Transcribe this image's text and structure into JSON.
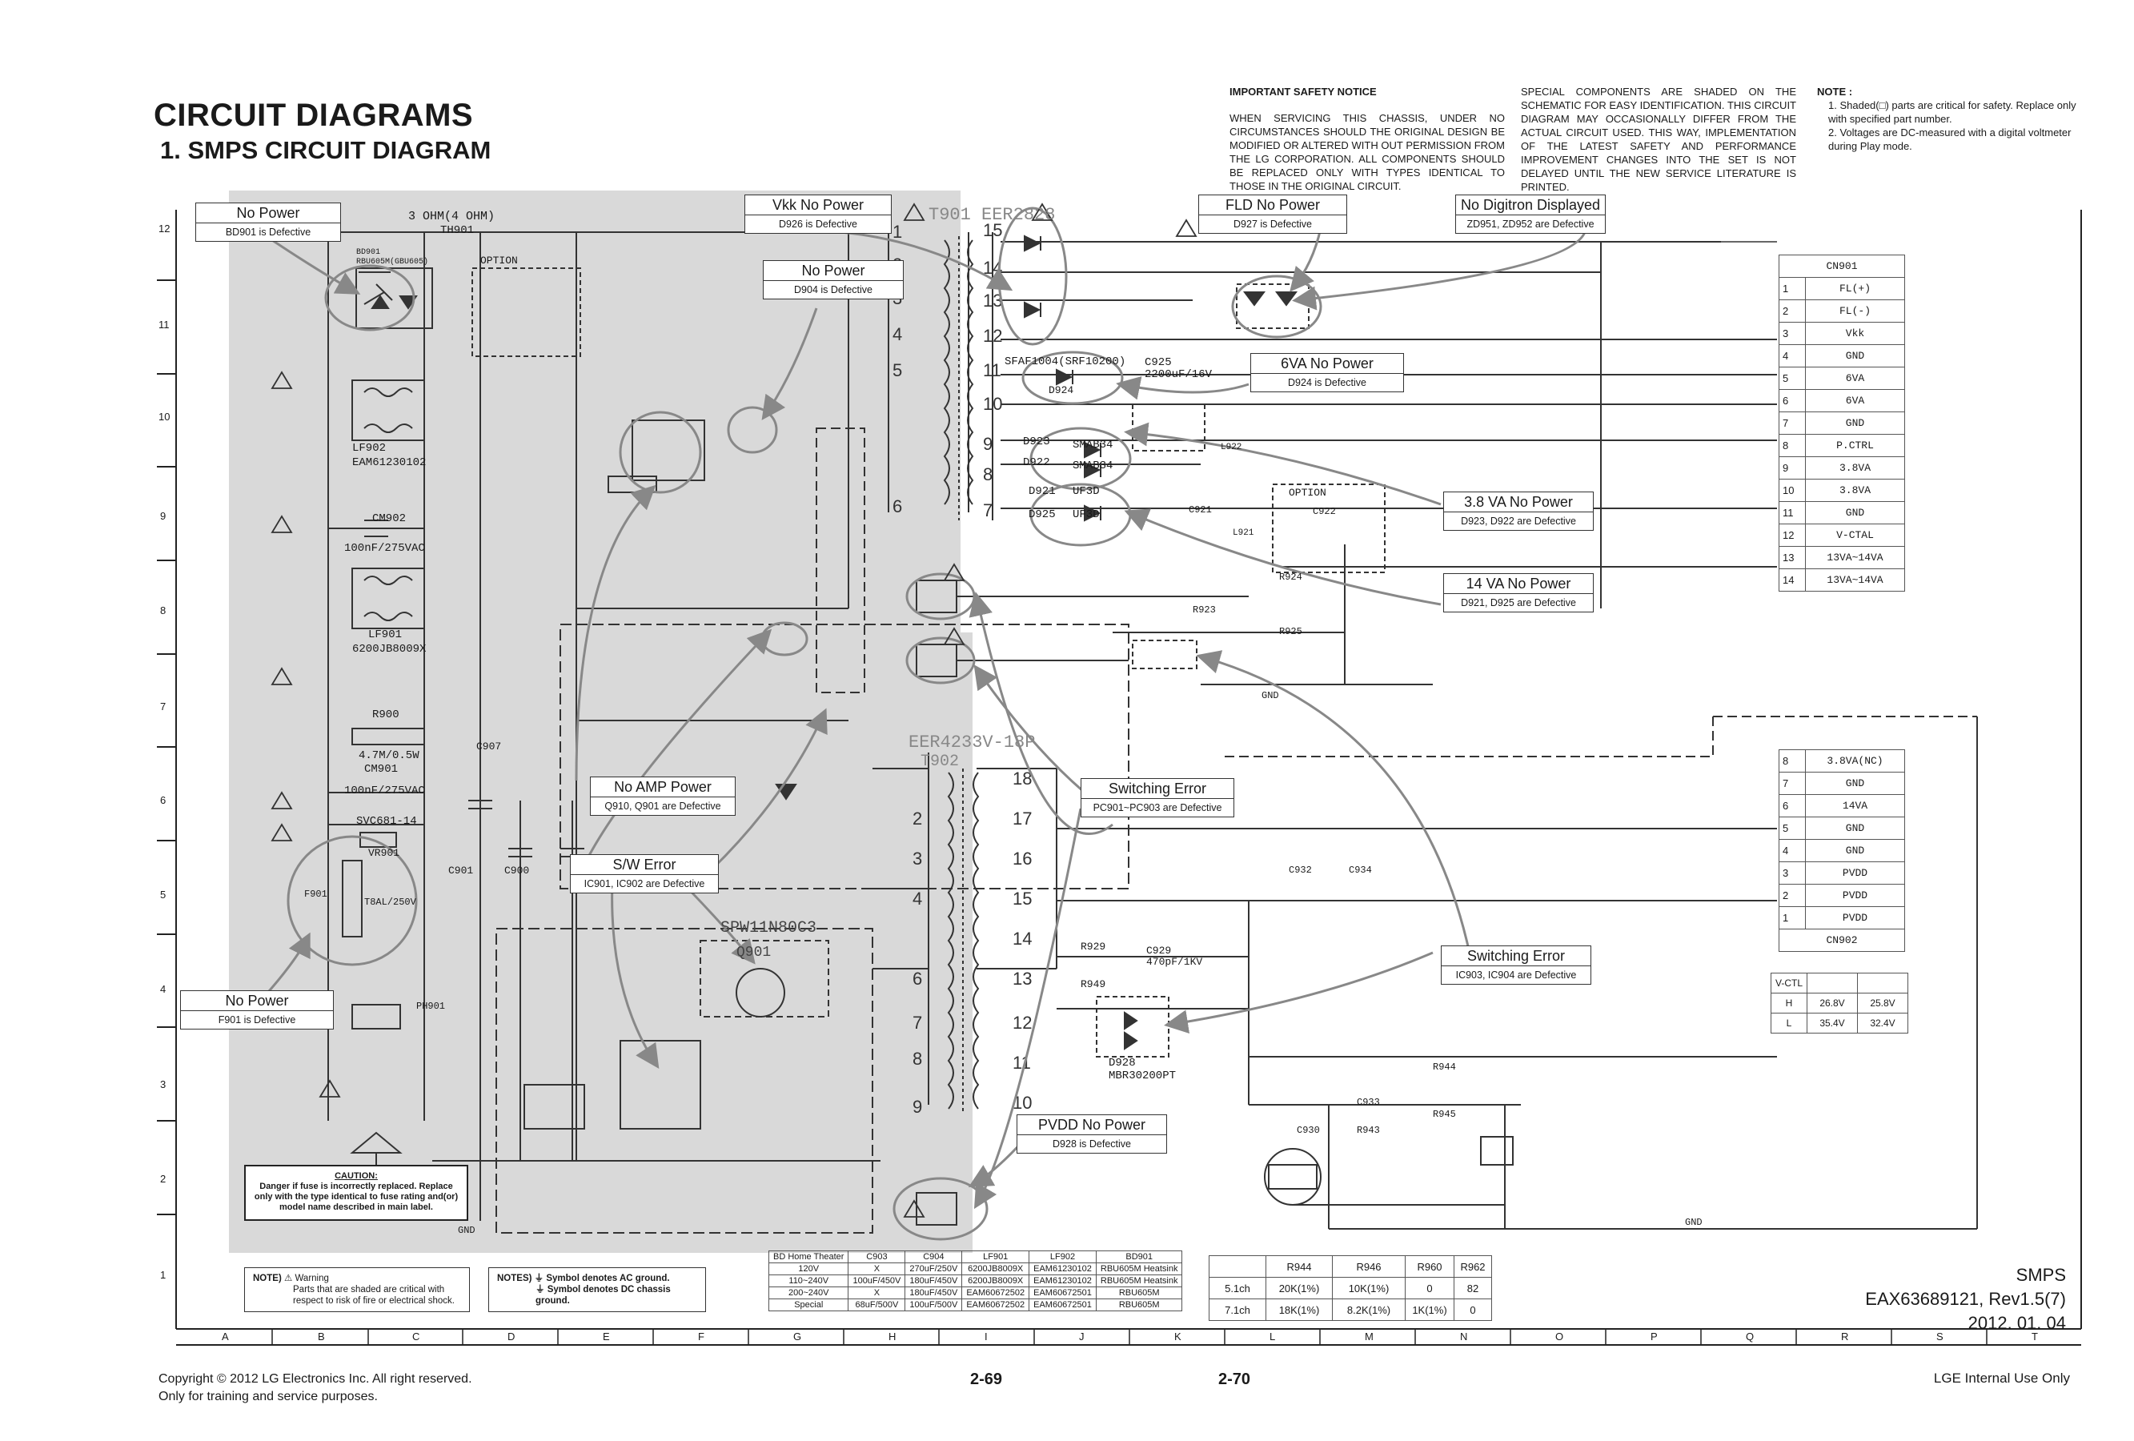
{
  "header": {
    "title": "CIRCUIT DIAGRAMS",
    "subtitle": "1. SMPS CIRCUIT DIAGRAM"
  },
  "safety": {
    "heading": "IMPORTANT SAFETY NOTICE",
    "col1": "WHEN SERVICING THIS CHASSIS, UNDER NO CIRCUMSTANCES SHOULD THE ORIGINAL DESIGN BE MODIFIED OR ALTERED WITH OUT PERMISSION FROM THE LG CORPORATION. ALL COMPONENTS SHOULD BE REPLACED ONLY WITH TYPES IDENTICAL TO THOSE IN THE ORIGINAL CIRCUIT.",
    "col2": "SPECIAL COMPONENTS ARE SHADED ON THE SCHEMATIC FOR EASY IDENTIFICATION. THIS CIRCUIT DIAGRAM MAY OCCASIONALLY DIFFER FROM THE ACTUAL CIRCUIT USED. THIS WAY, IMPLEMENTATION OF THE LATEST SAFETY AND PERFORMANCE IMPROVEMENT CHANGES INTO THE SET IS NOT DELAYED UNTIL THE NEW SERVICE LITERATURE IS PRINTED.",
    "note_heading": "NOTE :",
    "note1": "1. Shaded(□) parts are critical for safety. Replace only with specified part number.",
    "note2": "2. Voltages are DC-measured with a digital voltmeter during Play mode."
  },
  "callouts": [
    {
      "title": "No Power",
      "sub": "BD901 is Defective"
    },
    {
      "title": "Vkk No Power",
      "sub": "D926 is Defective"
    },
    {
      "title": "No Power",
      "sub": "D904 is Defective"
    },
    {
      "title": "FLD No Power",
      "sub": "D927 is Defective"
    },
    {
      "title": "No Digitron Displayed",
      "sub": "ZD951, ZD952 are Defective"
    },
    {
      "title": "6VA No Power",
      "sub": "D924 is Defective"
    },
    {
      "title": "3.8 VA No Power",
      "sub": "D923, D922 are Defective"
    },
    {
      "title": "14 VA No Power",
      "sub": "D921, D925 are Defective"
    },
    {
      "title": "No AMP Power",
      "sub": "Q910, Q901 are Defective"
    },
    {
      "title": "S/W Error",
      "sub": "IC901, IC902 are Defective"
    },
    {
      "title": "Switching Error",
      "sub": "PC901~PC903 are Defective"
    },
    {
      "title": "Switching Error",
      "sub": "IC903, IC904 are Defective"
    },
    {
      "title": "No Power",
      "sub": "F901 is Defective"
    },
    {
      "title": "PVDD No Power",
      "sub": "D928 is Defective"
    }
  ],
  "row_numbers": [
    "12",
    "11",
    "10",
    "9",
    "8",
    "7",
    "6",
    "5",
    "4",
    "3",
    "2",
    "1"
  ],
  "col_letters": [
    "A",
    "B",
    "C",
    "D",
    "E",
    "F",
    "G",
    "H",
    "I",
    "J",
    "K",
    "L",
    "M",
    "N",
    "O",
    "P",
    "Q",
    "R",
    "S",
    "T"
  ],
  "labels": {
    "t901": "T901  EER2828",
    "t902": "EER4233V-18P",
    "t902b": "T902",
    "lf902": "LF902",
    "lf902_pn": "EAM61230102",
    "lf901": "LF901",
    "lf901_pn": "6200JB8009X",
    "cm902": "CM902",
    "cm902_v": "100nF/275VAC",
    "cm901": "CM901",
    "cm901_v": "100nF/275VAC",
    "r900": "R900",
    "r900_v": "4.7M/0.5W",
    "svc": "SVC681-14",
    "vr901": "VR901",
    "f901": "F901",
    "f901_v": "T8AL/250V",
    "bd901": "BD901",
    "bd901_pn": "RBU605M(GBU605)",
    "th901": "3 OHM(4 OHM)",
    "th901b": "TH901",
    "option": "OPTION",
    "q901": "SPW11N80C3",
    "q901b": "Q901",
    "d928": "D928",
    "d928_pn": "MBR30200PT",
    "d924": "D924",
    "d924_pn": "SFAF1004(SRF10200)",
    "d923": "D923",
    "d922": "D922",
    "smab": "SMAB34",
    "d921": "D921",
    "d925": "D925",
    "uf": "UF3D",
    "c925": "C925",
    "c925_v": "2200uF/16V",
    "c929": "C929",
    "c929_v": "470pF/1KV",
    "r929": "R929",
    "r949": "R949",
    "r924": "R924",
    "r925": "R925",
    "r923": "R923",
    "r944": "R944",
    "r945": "R945",
    "r943": "R943",
    "c930": "C930",
    "c933": "C933",
    "l921": "L921",
    "l922": "L922",
    "c921": "C921",
    "c922": "C922",
    "c932": "C932",
    "c934": "C934",
    "c901": "C901",
    "c900": "C900",
    "c907": "C907",
    "ph901": "PH901",
    "gnd": "GND"
  },
  "cn901": {
    "title": "CN901",
    "rows": [
      {
        "n": "1",
        "l": "FL(+)"
      },
      {
        "n": "2",
        "l": "FL(-)"
      },
      {
        "n": "3",
        "l": "Vkk"
      },
      {
        "n": "4",
        "l": "GND"
      },
      {
        "n": "5",
        "l": "6VA"
      },
      {
        "n": "6",
        "l": "6VA"
      },
      {
        "n": "7",
        "l": "GND"
      },
      {
        "n": "8",
        "l": "P.CTRL"
      },
      {
        "n": "9",
        "l": "3.8VA"
      },
      {
        "n": "10",
        "l": "3.8VA"
      },
      {
        "n": "11",
        "l": "GND"
      },
      {
        "n": "12",
        "l": "V-CTAL"
      },
      {
        "n": "13",
        "l": "13VA~14VA"
      },
      {
        "n": "14",
        "l": "13VA~14VA"
      }
    ]
  },
  "cn902": {
    "title": "CN902",
    "rows": [
      {
        "n": "8",
        "l": "3.8VA(NC)"
      },
      {
        "n": "7",
        "l": "GND"
      },
      {
        "n": "6",
        "l": "14VA"
      },
      {
        "n": "5",
        "l": "GND"
      },
      {
        "n": "4",
        "l": "GND"
      },
      {
        "n": "3",
        "l": "PVDD"
      },
      {
        "n": "2",
        "l": "PVDD"
      },
      {
        "n": "1",
        "l": "PVDD"
      }
    ]
  },
  "vctl_table": {
    "head": [
      "V-CTL",
      "",
      ""
    ],
    "rows": [
      [
        "H",
        "26.8V",
        "25.8V"
      ],
      [
        "L",
        "35.4V",
        "32.4V"
      ]
    ]
  },
  "bom_table": {
    "head": [
      "BD Home Theater",
      "C903",
      "C904",
      "LF901",
      "LF902",
      "BD901"
    ],
    "rows": [
      [
        "120V",
        "X",
        "270uF/250V",
        "6200JB8009X",
        "EAM61230102",
        "RBU605M Heatsink"
      ],
      [
        "110~240V",
        "100uF/450V",
        "180uF/450V",
        "6200JB8009X",
        "EAM61230102",
        "RBU605M Heatsink"
      ],
      [
        "200~240V",
        "X",
        "180uF/450V",
        "EAM60672502",
        "EAM60672501",
        "RBU605M"
      ],
      [
        "Special",
        "68uF/500V",
        "100uF/500V",
        "EAM60672502",
        "EAM60672501",
        "RBU605M"
      ]
    ]
  },
  "res_table": {
    "head": [
      "",
      "R944",
      "R946",
      "R960",
      "R962"
    ],
    "rows": [
      [
        "5.1ch",
        "20K(1%)",
        "10K(1%)",
        "0",
        "82"
      ],
      [
        "7.1ch",
        "18K(1%)",
        "8.2K(1%)",
        "1K(1%)",
        "0"
      ]
    ]
  },
  "notes": {
    "warn_head": "NOTE)",
    "warn_word": "Warning",
    "warn_text": "Parts that are shaded are critical with respect to risk of fire or electrical shock.",
    "gnd_head": "NOTES)",
    "gnd_ac": "Symbol denotes AC ground.",
    "gnd_dc": "Symbol denotes DC chassis ground."
  },
  "caution": {
    "head": "CAUTION:",
    "text": "Danger if fuse is incorrectly replaced. Replace only with the type identical to fuse rating and(or) model name described in main label."
  },
  "model": {
    "name": "SMPS",
    "number": "EAX63689121, Rev1.5(7)",
    "date": "2012. 01. 04"
  },
  "footer": {
    "copyright": "Copyright © 2012 LG Electronics Inc. All right reserved.",
    "training": "Only for training and service purposes.",
    "page_left": "2-69",
    "page_right": "2-70",
    "internal": "LGE Internal Use Only"
  }
}
